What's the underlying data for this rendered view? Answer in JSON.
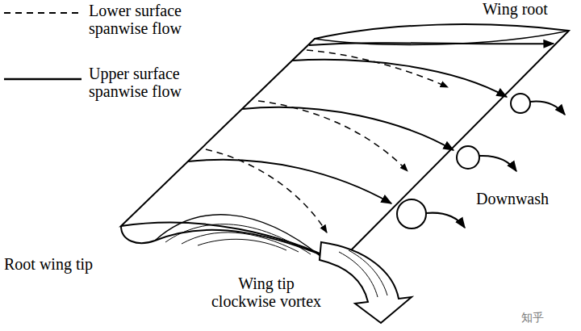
{
  "diagram": {
    "labels": [
      "Wing root",
      "Downwash",
      "Root wing tip",
      "Wing tip clockwise vortex",
      "知乎"
    ],
    "legend": [
      {
        "text": "Lower surface spanwise flow"
      },
      {
        "text": "Upper surface spanwise flow"
      }
    ]
  }
}
